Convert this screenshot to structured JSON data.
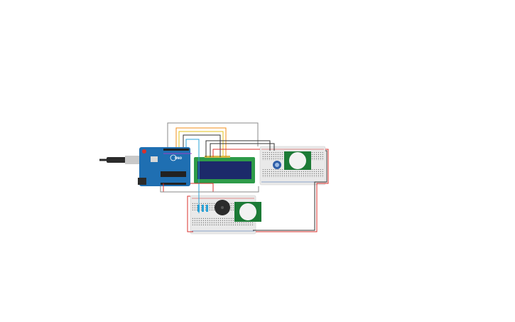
{
  "circuit": {
    "arduino_label": "UNO",
    "colors": {
      "background": "#ffffff",
      "arduino_board": "#1f6fb2",
      "breadboard": "#e9e9e9",
      "lcd_frame": "#2e9b49",
      "lcd_screen": "#1c2a6a",
      "pir_board": "#1c7a36",
      "pir_dome": "#f2f2f2",
      "wire_red": "#d9302c",
      "wire_black": "#333333",
      "wire_orange": "#f08c1a",
      "wire_yellow": "#e3c21a",
      "wire_blue": "#2aa3d8",
      "wire_gray": "#8a8a8a",
      "wire_purple": "#9b3fc4",
      "buzzer": "#2b2b2b",
      "potentiometer": "#2f5fa8"
    },
    "components": [
      {
        "name": "arduino-uno",
        "icon": "arduino-board-icon"
      },
      {
        "name": "usb-cable",
        "icon": "usb-plug-icon"
      },
      {
        "name": "lcd-16x2",
        "icon": "lcd-display-icon"
      },
      {
        "name": "breadboard-top",
        "icon": "breadboard-icon"
      },
      {
        "name": "breadboard-bottom",
        "icon": "breadboard-icon"
      },
      {
        "name": "pir-sensor-top",
        "icon": "pir-sensor-icon"
      },
      {
        "name": "pir-sensor-bottom",
        "icon": "pir-sensor-icon"
      },
      {
        "name": "potentiometer",
        "icon": "potentiometer-icon"
      },
      {
        "name": "piezo-buzzer",
        "icon": "buzzer-icon"
      },
      {
        "name": "resistors",
        "icon": "resistor-icon"
      }
    ]
  }
}
